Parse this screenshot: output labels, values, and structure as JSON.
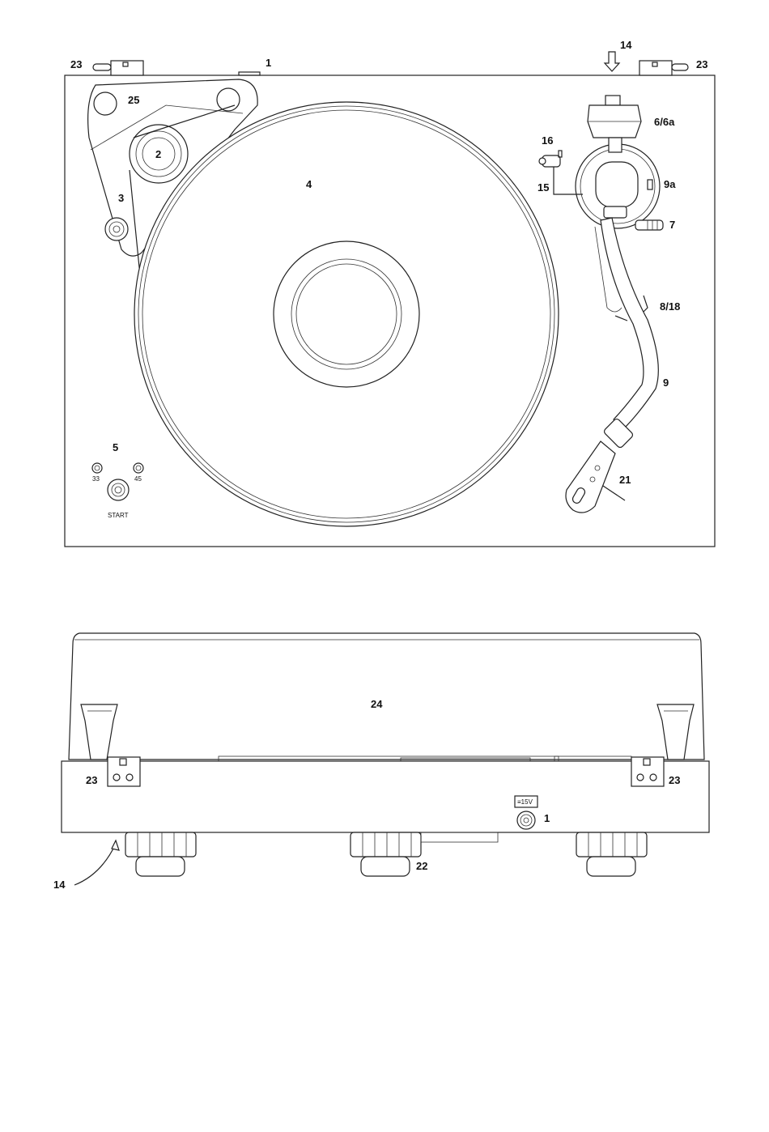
{
  "top_view": {
    "callouts": {
      "power_socket": "1",
      "motor_pulley": "2",
      "belt_guide": "3",
      "platter": "4",
      "speed_panel": "5",
      "counterweight": "6/6a",
      "antiskating": "7",
      "armlift": "8/18",
      "tonearm": "9",
      "tonearm_base": "9a",
      "arm_rest": "15",
      "cue_lever": "16",
      "headshell": "21",
      "hinge_left": "23",
      "hinge_right": "23",
      "motor_cover": "25",
      "arrow_ref": "14"
    },
    "speed_33": "33",
    "speed_45": "45",
    "start_label": "START"
  },
  "side_view": {
    "callouts": {
      "dust_cover": "24",
      "hinge_left": "23",
      "hinge_right": "23",
      "power_socket": "1",
      "foot": "22",
      "arrow_ref": "14"
    },
    "voltage_label": "≡15V"
  }
}
